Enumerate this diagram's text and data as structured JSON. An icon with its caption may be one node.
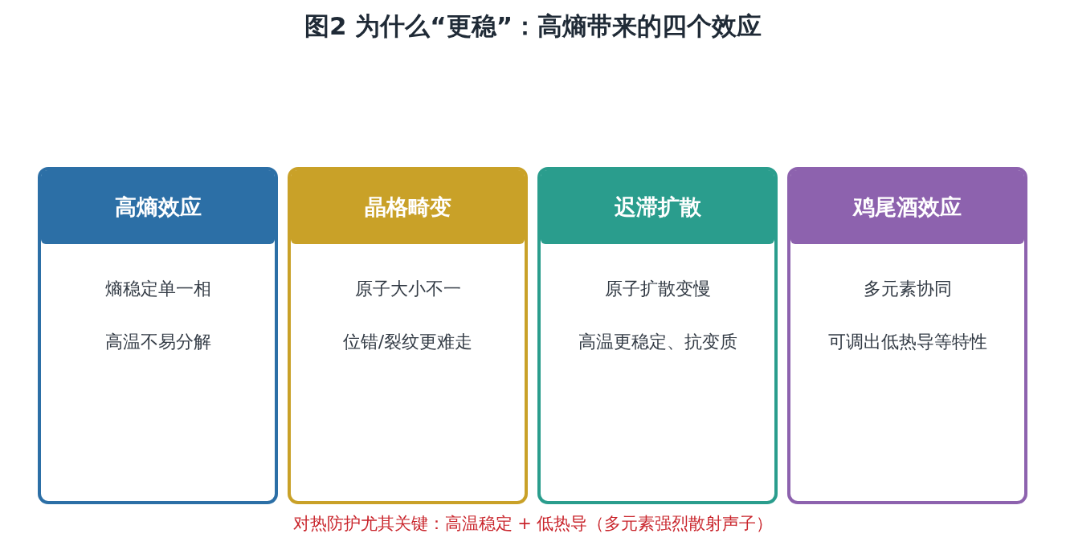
{
  "diagram": {
    "title": "图2  为什么“更稳”：高熵带来的四个效应",
    "nodes": [
      {
        "text": [
          "高熵效应",
          "熵稳定单一相",
          "高温不易分解"
        ]
      },
      {
        "text": [
          "晶格畸变",
          "原子大小不一",
          "位错/裂纹更难走"
        ]
      },
      {
        "text": [
          "迟滞扩散",
          "原子扩散变慢",
          "高温更稳定、抗变质"
        ]
      },
      {
        "text": [
          "鸡尾酒效应",
          "多元素协同",
          "可调出低热导等特性"
        ]
      }
    ],
    "edges": [],
    "labels": [
      "对热防护尤其关键：高温稳定 + 低热导（多元素强烈散射声子）"
    ]
  }
}
